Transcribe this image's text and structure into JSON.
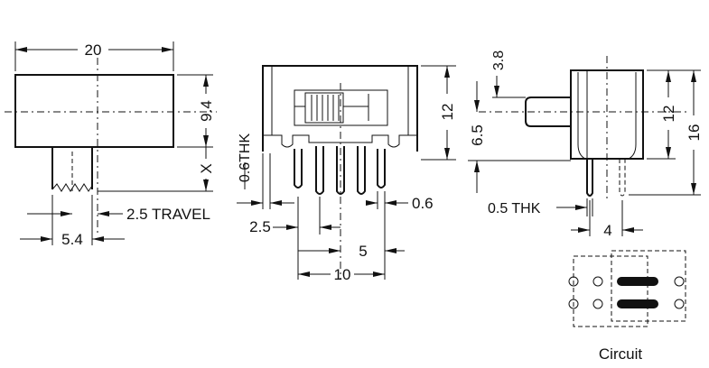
{
  "top_view": {
    "width": "20",
    "height": "9.4",
    "actuator_gap": "X",
    "travel": "2.5 TRAVEL",
    "actuator_width": "5.4"
  },
  "front_view": {
    "pin_thickness": "0.6THK",
    "body_height": "12",
    "edge_offset": "2.5",
    "pin_width": "0.6",
    "pin_pitch": "5",
    "pin_span": "10"
  },
  "side_view": {
    "knob_length": "3.8",
    "knob_offset": "6.5",
    "body_height": "12",
    "total_height": "16",
    "pin_thickness": "0.5 THK",
    "pin_spacing": "4"
  },
  "circuit": {
    "label": "Circuit"
  }
}
